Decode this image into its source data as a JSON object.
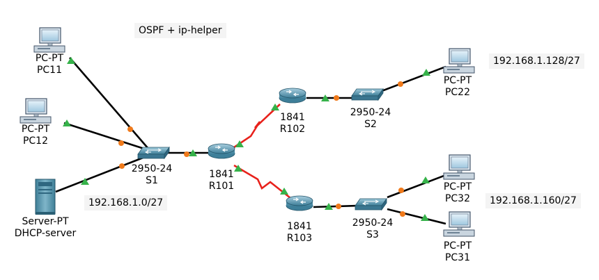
{
  "title": "OSPF + ip-helper",
  "colors": {
    "cable": "#000000",
    "serial": "#e8211b",
    "link_up": "#36b24a",
    "link_pending": "#f07a1b",
    "device_body": "#5d9fb5",
    "note_bg": "#f4f4f4"
  },
  "devices": {
    "pc11": {
      "model": "PC-PT",
      "name": "PC11",
      "icon": "pc-icon"
    },
    "pc12": {
      "model": "PC-PT",
      "name": "PC12",
      "icon": "pc-icon"
    },
    "server": {
      "model": "Server-PT",
      "name": "DHCP-server",
      "icon": "server-icon"
    },
    "s1": {
      "model": "2950-24",
      "name": "S1",
      "icon": "switch-icon"
    },
    "r101": {
      "model": "1841",
      "name": "R101",
      "icon": "router-icon"
    },
    "r102": {
      "model": "1841",
      "name": "R102",
      "icon": "router-icon"
    },
    "r103": {
      "model": "1841",
      "name": "R103",
      "icon": "router-icon"
    },
    "s2": {
      "model": "2950-24",
      "name": "S2",
      "icon": "switch-icon"
    },
    "s3": {
      "model": "2950-24",
      "name": "S3",
      "icon": "switch-icon"
    },
    "pc22": {
      "model": "PC-PT",
      "name": "PC22",
      "icon": "pc-icon"
    },
    "pc32": {
      "model": "PC-PT",
      "name": "PC32",
      "icon": "pc-icon"
    },
    "pc31": {
      "model": "PC-PT",
      "name": "PC31",
      "icon": "pc-icon"
    }
  },
  "networks": {
    "lan1": "192.168.1.0/27",
    "lan2": "192.168.1.128/27",
    "lan3": "192.168.1.160/27"
  }
}
